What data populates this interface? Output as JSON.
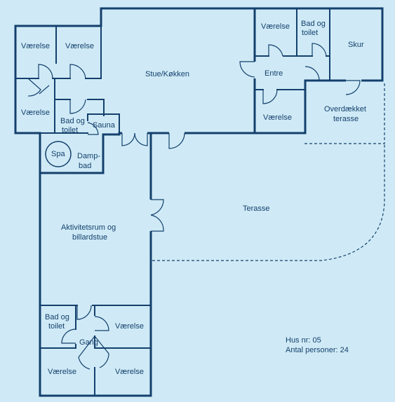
{
  "colors": {
    "background": "#cfeaf6",
    "line": "#14406d"
  },
  "rooms": {
    "vaerelse_nw1": "Værelse",
    "vaerelse_nw2": "Værelse",
    "vaerelse_w": "Værelse",
    "bad_w_1": "Bad og",
    "bad_w_2": "toilet",
    "sauna": "Sauna",
    "spa": "Spa",
    "dampbad_1": "Damp-",
    "dampbad_2": "bad",
    "stue": "Stue/Køkken",
    "vaerelse_ne": "Værelse",
    "bad_ne_1": "Bad og",
    "bad_ne_2": "toilet",
    "skur": "Skur",
    "entre": "Entre",
    "vaerelse_entre": "Værelse",
    "overdaekket_1": "Overdækket",
    "overdaekket_2": "terasse",
    "terasse": "Terasse",
    "aktivitet_1": "Aktivitetsrum og",
    "aktivitet_2": "billardstue",
    "bad_s_1": "Bad og",
    "bad_s_2": "toilet",
    "vaerelse_s1": "Værelse",
    "gang": "Gang",
    "vaerelse_s2": "Værelse",
    "vaerelse_s3": "Værelse"
  },
  "info": {
    "hus_nr": "Hus nr: 05",
    "antal_personer": "Antal personer: 24"
  }
}
